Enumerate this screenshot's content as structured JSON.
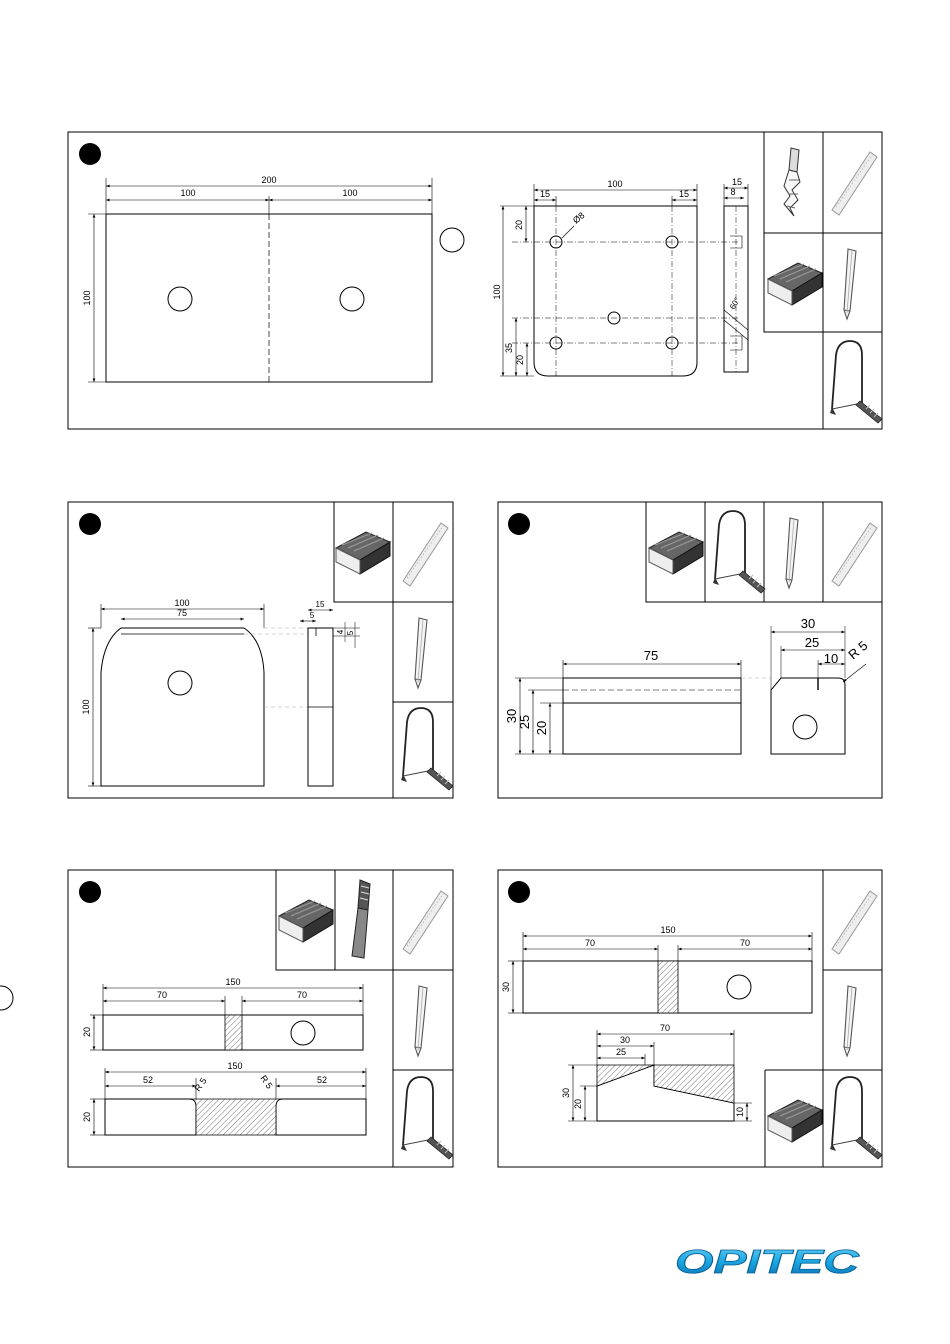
{
  "brand": {
    "name": "OPITEC",
    "color": "#1aa7e1",
    "color_dark": "#0a6fb0"
  },
  "panels": {
    "p1": {
      "tools": [
        "drill-bit-icon",
        "ruler-icon",
        "sanding-block-icon",
        "pencil-icon",
        "fretsaw-icon"
      ],
      "left": {
        "overall": "200",
        "half_left": "100",
        "half_right": "100",
        "height": "100"
      },
      "right": {
        "width": "100",
        "offset_left": "15",
        "offset_right": "15",
        "hole": "Ø8",
        "offset_top": "20",
        "height": "100",
        "from_bottom": "35",
        "bottom_offset": "20",
        "side_width": "15",
        "side_inner": "8",
        "angle": "60°"
      }
    },
    "p2": {
      "tools": [
        "sanding-block-icon",
        "ruler-icon",
        "pencil-icon",
        "fretsaw-icon"
      ],
      "width": "100",
      "top_width": "75",
      "height": "100",
      "side_width": "15",
      "side_inner": "5",
      "depth_a": "4",
      "depth_b": "5"
    },
    "p3": {
      "tools": [
        "sanding-block-icon",
        "fretsaw-icon",
        "pencil-icon",
        "ruler-icon"
      ],
      "length": "75",
      "h30": "30",
      "h25": "25",
      "h20": "20",
      "w30": "30",
      "w25": "25",
      "w10": "10",
      "radius": "R 5"
    },
    "p4": {
      "tools": [
        "sanding-block-icon",
        "file-icon",
        "ruler-icon",
        "pencil-icon",
        "fretsaw-icon"
      ],
      "top": {
        "overall": "150",
        "left": "70",
        "right": "70",
        "height": "20"
      },
      "bottom": {
        "overall": "150",
        "left": "52",
        "right": "52",
        "height": "20",
        "r_left": "R 5",
        "r_right": "R 5"
      }
    },
    "p5": {
      "tools": [
        "ruler-icon",
        "pencil-icon",
        "sanding-block-icon",
        "fretsaw-icon"
      ],
      "top": {
        "overall": "150",
        "left": "70",
        "right": "70",
        "height": "30"
      },
      "bottom": {
        "overall": "70",
        "w30": "30",
        "w25": "25",
        "h30": "30",
        "h20": "20",
        "h10": "10"
      }
    }
  }
}
